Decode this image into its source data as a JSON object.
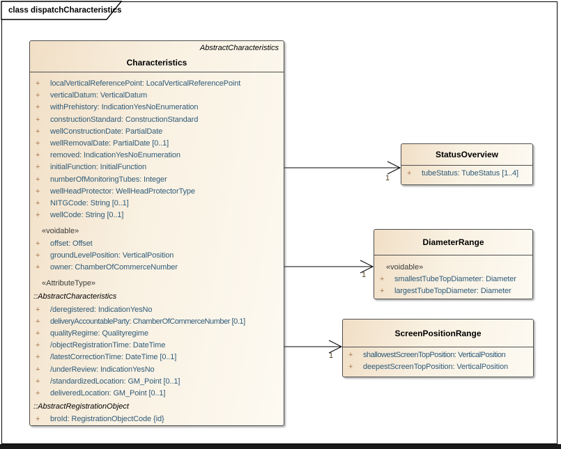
{
  "frame": {
    "title": "class dispatchCharacteristics"
  },
  "colors": {
    "box_fill_dark": "#f1dfc6",
    "box_fill_light": "#fdfaf2",
    "box_border": "#4d4d4d",
    "attribute_text": "#2e5a78",
    "visibility_marker": "#a9744a",
    "stereotype_text": "#3b3b3b",
    "multiplicity_text": "#55431f",
    "frame_border": "#000000",
    "bottom_bar": "#191919"
  },
  "characteristics": {
    "stereotype": "AbstractCharacteristics",
    "name": "Characteristics",
    "rows": [
      {
        "kind": "attr",
        "vis": "+",
        "text": "localVerticalReferencePoint: LocalVerticalReferencePoint"
      },
      {
        "kind": "attr",
        "vis": "+",
        "text": "verticalDatum: VerticalDatum"
      },
      {
        "kind": "attr",
        "vis": "+",
        "text": "withPrehistory: IndicationYesNoEnumeration"
      },
      {
        "kind": "attr",
        "vis": "+",
        "text": "constructionStandard: ConstructionStandard"
      },
      {
        "kind": "attr",
        "vis": "+",
        "text": "wellConstructionDate: PartialDate"
      },
      {
        "kind": "attr",
        "vis": "+",
        "text": "wellRemovalDate: PartialDate [0..1]"
      },
      {
        "kind": "attr",
        "vis": "+",
        "text": "removed: IndicationYesNoEnumeration"
      },
      {
        "kind": "attr",
        "vis": "+",
        "text": "initialFunction: InitialFunction"
      },
      {
        "kind": "attr",
        "vis": "+",
        "text": "numberOfMonitoringTubes: Integer"
      },
      {
        "kind": "attr",
        "vis": "+",
        "text": "wellHeadProtector: WellHeadProtectorType"
      },
      {
        "kind": "attr",
        "vis": "+",
        "text": "NITGCode: String [0..1]"
      },
      {
        "kind": "attr",
        "vis": "+",
        "text": "wellCode: String [0..1]"
      },
      {
        "kind": "stereotype",
        "text": "«voidable»"
      },
      {
        "kind": "attr",
        "vis": "+",
        "text": "offset: Offset"
      },
      {
        "kind": "attr",
        "vis": "+",
        "text": "groundLevelPosition: VerticalPosition"
      },
      {
        "kind": "attr",
        "vis": "+",
        "text": "owner: ChamberOfCommerceNumber"
      },
      {
        "kind": "stereotype",
        "text": "«AttributeType»"
      },
      {
        "kind": "scope",
        "text": "::AbstractCharacteristics"
      },
      {
        "kind": "attr",
        "vis": "+",
        "text": "/deregistered: IndicationYesNo"
      },
      {
        "kind": "attr",
        "vis": "+",
        "text": "deliveryAccountableParty: ChamberOfCommerceNumber [0.1]",
        "cls": "tight"
      },
      {
        "kind": "attr",
        "vis": "+",
        "text": "qualityRegime: Qualityregime"
      },
      {
        "kind": "attr",
        "vis": "+",
        "text": "/objectRegistrationTime: DateTime"
      },
      {
        "kind": "attr",
        "vis": "+",
        "text": "/latestCorrectionTime: DateTime [0..1]"
      },
      {
        "kind": "attr",
        "vis": "+",
        "text": "/underReview: IndicationYesNo"
      },
      {
        "kind": "attr",
        "vis": "+",
        "text": "/standardizedLocation: GM_Point [0..1]"
      },
      {
        "kind": "attr",
        "vis": "+",
        "text": "deliveredLocation: GM_Point [0..1]"
      },
      {
        "kind": "scope",
        "text": "::AbstractRegistrationObject"
      },
      {
        "kind": "attr",
        "vis": "+",
        "text": "broId: RegistrationObjectCode {id}"
      }
    ]
  },
  "status_overview": {
    "name": "StatusOverview",
    "rows": [
      {
        "kind": "attr",
        "vis": "+",
        "text": "tubeStatus: TubeStatus [1..4]"
      }
    ]
  },
  "diameter_range": {
    "name": "DiameterRange",
    "rows": [
      {
        "kind": "stereotype",
        "text": "«voidable»"
      },
      {
        "kind": "attr",
        "vis": "+",
        "text": "smallestTubeTopDiameter: Diameter"
      },
      {
        "kind": "attr",
        "vis": "+",
        "text": "largestTubeTopDiameter: Diameter"
      }
    ]
  },
  "screen_position_range": {
    "name": "ScreenPositionRange",
    "rows": [
      {
        "kind": "attr",
        "vis": "+",
        "text": "shallowestScreenTopPosition: VerticalPosition",
        "cls": "tight"
      },
      {
        "kind": "attr",
        "vis": "+",
        "text": "deepestScreenTopPosition: VerticalPosition"
      }
    ]
  },
  "connectors": [
    {
      "to": "StatusOverview",
      "multiplicity": "1"
    },
    {
      "to": "DiameterRange",
      "multiplicity": "1"
    },
    {
      "to": "ScreenPositionRange",
      "multiplicity": "1"
    }
  ]
}
